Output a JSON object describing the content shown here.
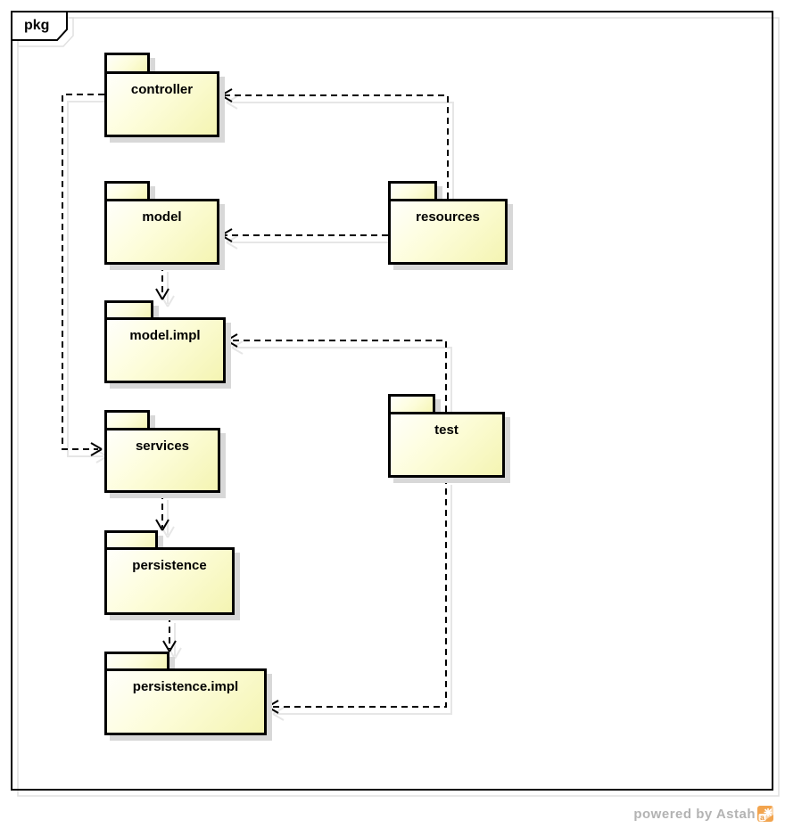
{
  "frame": {
    "label": "pkg",
    "diagram_type": "uml-package-diagram"
  },
  "packages": [
    {
      "name": "controller"
    },
    {
      "name": "model"
    },
    {
      "name": "model.impl"
    },
    {
      "name": "services"
    },
    {
      "name": "persistence"
    },
    {
      "name": "persistence.impl"
    },
    {
      "name": "resources"
    },
    {
      "name": "test"
    }
  ],
  "dependencies": [
    {
      "from": "resources",
      "to": "controller",
      "style": "dashed-open-arrow"
    },
    {
      "from": "resources",
      "to": "model",
      "style": "dashed-open-arrow"
    },
    {
      "from": "model",
      "to": "model.impl",
      "style": "dashed-open-arrow"
    },
    {
      "from": "controller",
      "to": "services",
      "style": "dashed-open-arrow"
    },
    {
      "from": "services",
      "to": "persistence",
      "style": "dashed-open-arrow"
    },
    {
      "from": "persistence",
      "to": "persistence.impl",
      "style": "dashed-open-arrow"
    },
    {
      "from": "test",
      "to": "model.impl",
      "style": "dashed-open-arrow"
    },
    {
      "from": "test",
      "to": "persistence.impl",
      "style": "dashed-open-arrow"
    }
  ],
  "watermark": {
    "text": "powered by Astah",
    "logo": "astah-logo"
  },
  "colors": {
    "package_fill_light": "#fffffb",
    "package_fill_yellow": "#f4f4b2",
    "package_border": "#000000",
    "box_shadow": "#d8d8d8",
    "wire": "#000000",
    "wire_shadow": "#e6e6e6",
    "frame_border": "#000000",
    "frame_shadow": "#e0e0e0",
    "watermark_text": "#b3b3b3",
    "logo_orange": "#f2a44e"
  }
}
